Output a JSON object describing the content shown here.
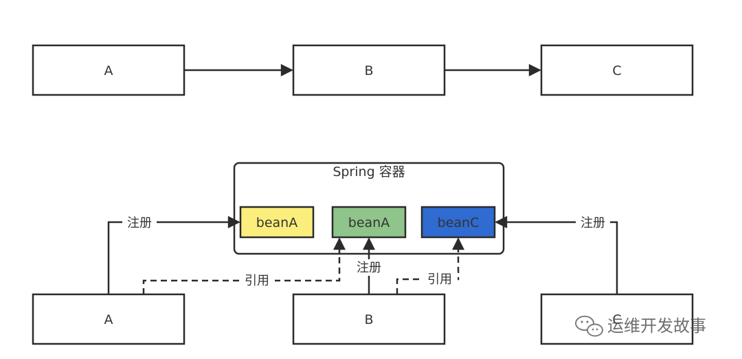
{
  "top_row": {
    "a": "A",
    "b": "B",
    "c": "C"
  },
  "container": {
    "title": "Spring 容器",
    "beans": [
      {
        "label": "beanA",
        "color": "#fcee7d"
      },
      {
        "label": "beanA",
        "color": "#8fc48a"
      },
      {
        "label": "beanC",
        "color": "#2f6bd1"
      }
    ]
  },
  "bottom_row": {
    "a": "A",
    "b": "B",
    "c": "C"
  },
  "edges": {
    "register_a": "注册",
    "reference_a": "引用",
    "register_b": "注册",
    "reference_b": "引用",
    "register_c": "注册"
  },
  "watermark": {
    "text": "运维开发故事",
    "icon": "wechat-icon"
  }
}
